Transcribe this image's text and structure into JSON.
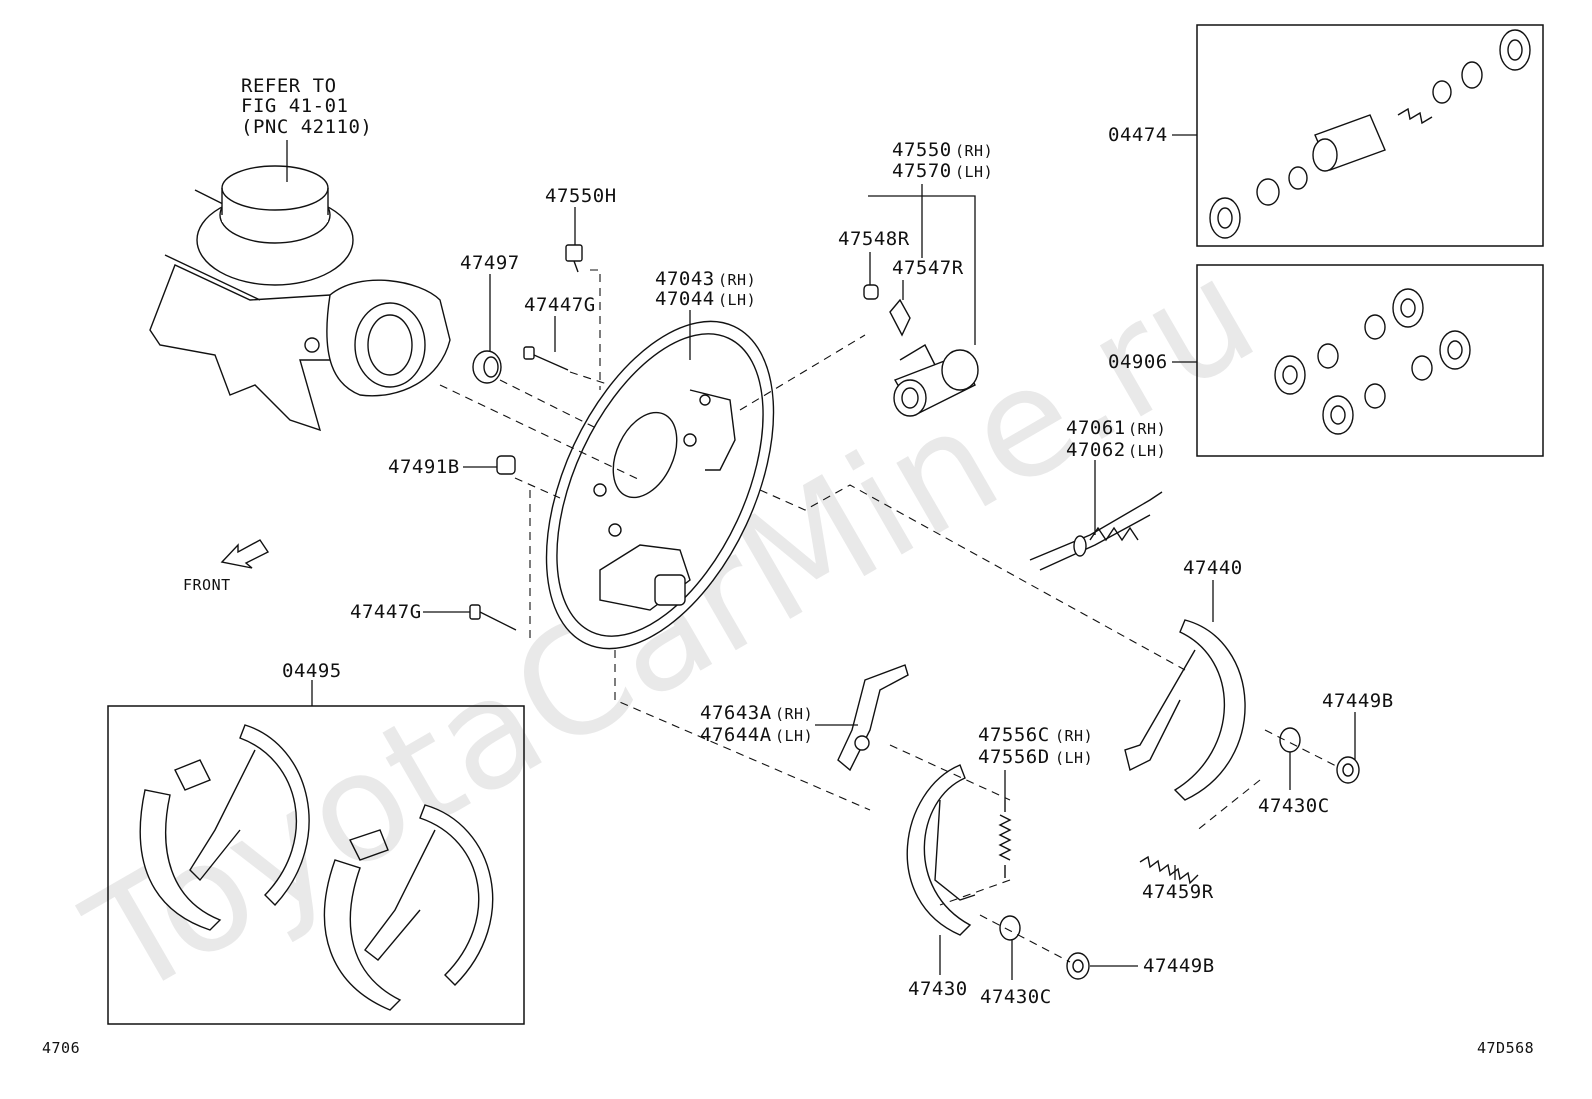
{
  "watermark": "ToyotaCarMine.ru",
  "refer_note": [
    "REFER TO",
    "FIG 41-01",
    "(PNC 42110)"
  ],
  "front_label": "FRONT",
  "footer": {
    "left": "4706",
    "right": "47D568"
  },
  "callouts": {
    "p47550H": "47550H",
    "p47497": "47497",
    "p47447G_top": "47447G",
    "p47043": "47043",
    "p47043_side": "(RH)",
    "p47044": "47044",
    "p47044_side": "(LH)",
    "p47550": "47550",
    "p47550_side": "(RH)",
    "p47570": "47570",
    "p47570_side": "(LH)",
    "p47548R": "47548R",
    "p47547R": "47547R",
    "p04474": "04474",
    "p04906": "04906",
    "p47491B": "47491B",
    "p47061": "47061",
    "p47061_side": "(RH)",
    "p47062": "47062",
    "p47062_side": "(LH)",
    "p47447G_bottom": "47447G",
    "p04495": "04495",
    "p47440": "47440",
    "p47449B_right": "47449B",
    "p47643A": "47643A",
    "p47643A_side": "(RH)",
    "p47644A": "47644A",
    "p47644A_side": "(LH)",
    "p47556C": "47556C",
    "p47556C_side": "(RH)",
    "p47556D": "47556D",
    "p47556D_side": "(LH)",
    "p47430C_right": "47430C",
    "p47459R": "47459R",
    "p47449B_bottom": "47449B",
    "p47430": "47430",
    "p47430C_bottom": "47430C"
  }
}
